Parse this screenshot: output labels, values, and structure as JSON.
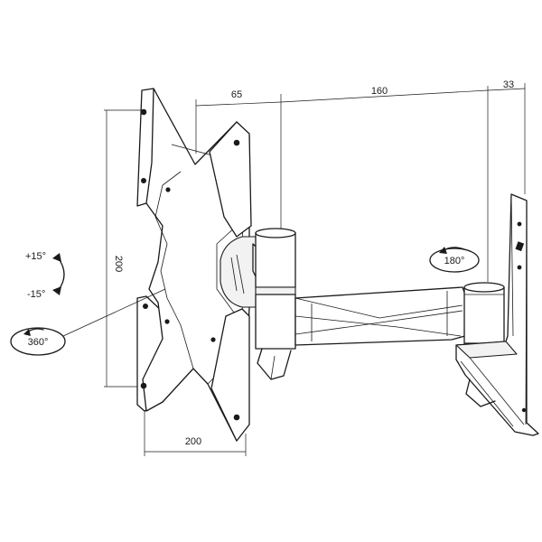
{
  "dimensions": {
    "top_left": "65",
    "top_middle": "160",
    "top_right": "33",
    "vertical_left": "200",
    "bottom": "200"
  },
  "callouts": {
    "tilt_up": "+15°",
    "tilt_down": "-15°",
    "rotation": "360°",
    "swivel": "180°"
  }
}
